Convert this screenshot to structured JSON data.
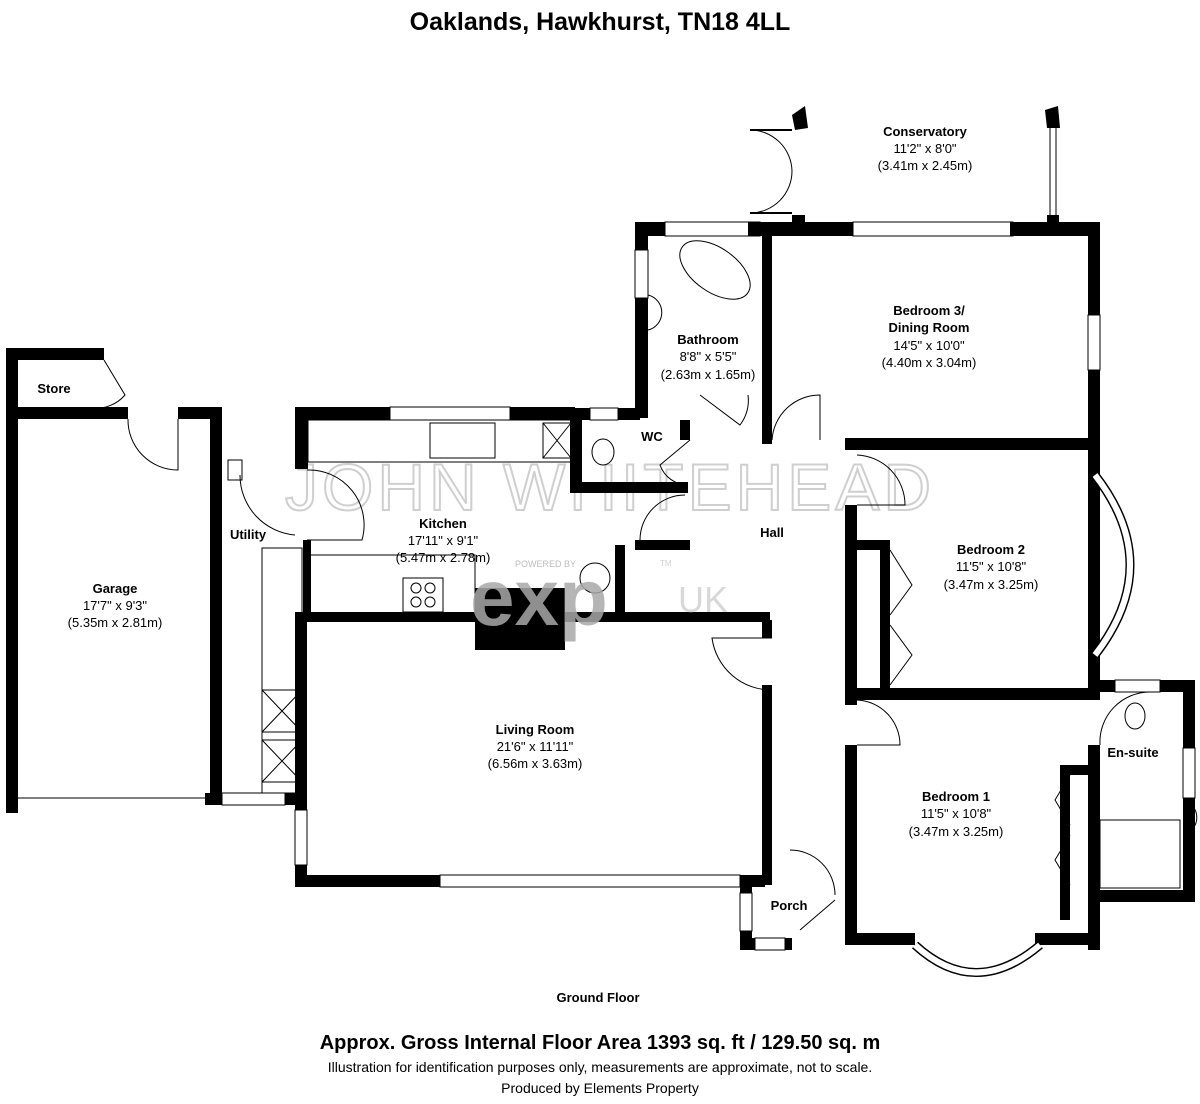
{
  "title": "Oaklands, Hawkhurst, TN18 4LL",
  "watermark": "JOHN WHITEHEAD",
  "logo": {
    "powered_by": "POWERED BY",
    "brand": "exp",
    "region": "UK",
    "tm": "TM"
  },
  "rooms": {
    "conservatory": {
      "name": "Conservatory",
      "imperial": "11'2\" x 8'0\"",
      "metric": "(3.41m x 2.45m)"
    },
    "bathroom": {
      "name": "Bathroom",
      "imperial": "8'8\" x 5'5\"",
      "metric": "(2.63m x 1.65m)"
    },
    "bedroom3": {
      "name": "Bedroom 3/",
      "name2": "Dining Room",
      "imperial": "14'5\" x 10'0\"",
      "metric": "(4.40m x 3.04m)"
    },
    "store": {
      "name": "Store"
    },
    "wc": {
      "name": "WC"
    },
    "kitchen": {
      "name": "Kitchen",
      "imperial": "17'11\" x 9'1\"",
      "metric": "(5.47m x 2.78m)"
    },
    "utility": {
      "name": "Utility"
    },
    "hall": {
      "name": "Hall"
    },
    "bedroom2": {
      "name": "Bedroom 2",
      "imperial": "11'5\" x 10'8\"",
      "metric": "(3.47m x 3.25m)"
    },
    "garage": {
      "name": "Garage",
      "imperial": "17'7\" x 9'3\"",
      "metric": "(5.35m x 2.81m)"
    },
    "living": {
      "name": "Living Room",
      "imperial": "21'6\" x 11'11\"",
      "metric": "(6.56m x 3.63m)"
    },
    "ensuite": {
      "name": "En-suite"
    },
    "bedroom1": {
      "name": "Bedroom 1",
      "imperial": "11'5\" x 10'8\"",
      "metric": "(3.47m x 3.25m)"
    },
    "porch": {
      "name": "Porch"
    }
  },
  "floor_label": "Ground Floor",
  "footer": {
    "area": "Approx. Gross Internal Floor Area 1393 sq. ft / 129.50 sq. m",
    "disclaimer": "Illustration for identification purposes only, measurements are approximate, not to scale.",
    "producer": "Produced by Elements Property"
  }
}
